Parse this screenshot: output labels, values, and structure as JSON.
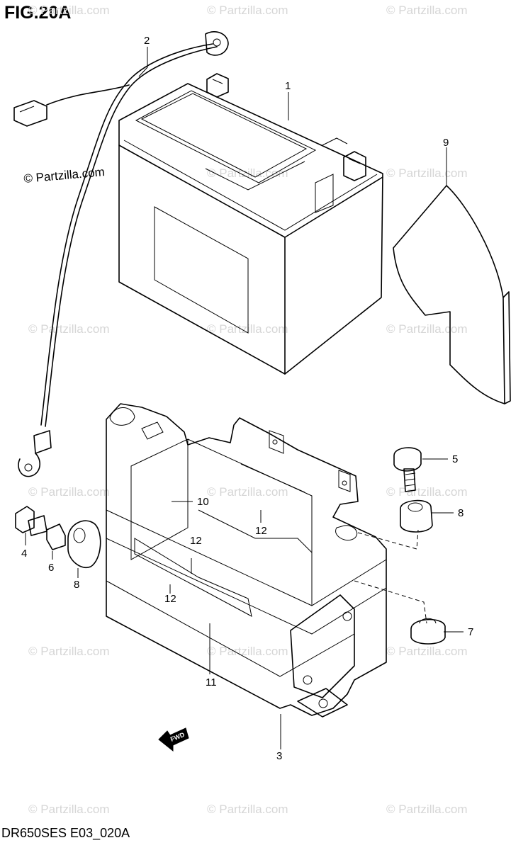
{
  "figure": {
    "title": "FIG.20A",
    "code": "DR650SES E03_020A",
    "fwd_label": "FWD"
  },
  "watermark": {
    "text": "© Partzilla.com"
  },
  "callouts": [
    "1",
    "2",
    "3",
    "4",
    "5",
    "6",
    "7",
    "8",
    "8",
    "9",
    "10",
    "11",
    "12",
    "12",
    "12"
  ]
}
